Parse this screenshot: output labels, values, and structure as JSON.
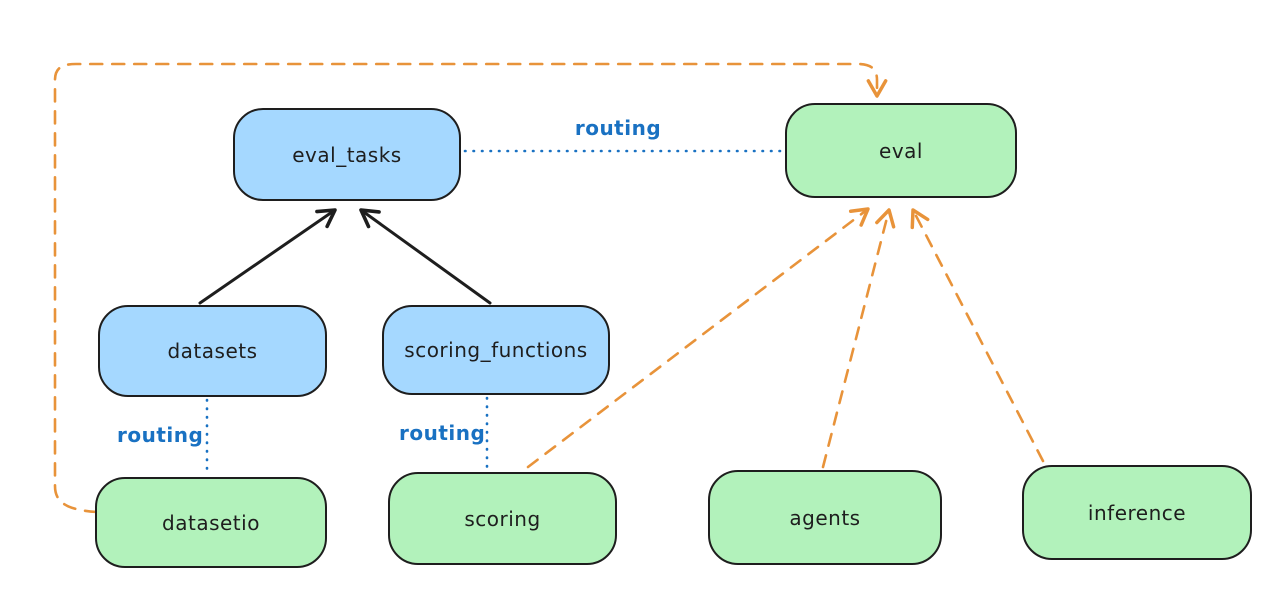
{
  "diagram": {
    "colors": {
      "background": "#ffffff",
      "blue_fill": "#a5d8ff",
      "green_fill": "#b2f2bb",
      "node_stroke": "#1e1e1e",
      "routing_color": "#1971c2",
      "flow_color": "#e8933a"
    },
    "nodes": [
      {
        "id": "eval_tasks",
        "label": "eval_tasks",
        "color": "blue"
      },
      {
        "id": "eval",
        "label": "eval",
        "color": "green"
      },
      {
        "id": "datasets",
        "label": "datasets",
        "color": "blue"
      },
      {
        "id": "scoring_functions",
        "label": "scoring_functions",
        "color": "blue"
      },
      {
        "id": "datasetio",
        "label": "datasetio",
        "color": "green"
      },
      {
        "id": "scoring",
        "label": "scoring",
        "color": "green"
      },
      {
        "id": "agents",
        "label": "agents",
        "color": "green"
      },
      {
        "id": "inference",
        "label": "inference",
        "color": "green"
      }
    ],
    "edges": [
      {
        "from": "datasets",
        "to": "eval_tasks",
        "style": "solid-arrow",
        "label": ""
      },
      {
        "from": "scoring_functions",
        "to": "eval_tasks",
        "style": "solid-arrow",
        "label": ""
      },
      {
        "from": "eval_tasks",
        "to": "eval",
        "style": "dotted",
        "label": "routing"
      },
      {
        "from": "datasets",
        "to": "datasetio",
        "style": "dotted",
        "label": "routing"
      },
      {
        "from": "scoring_functions",
        "to": "scoring",
        "style": "dotted",
        "label": "routing"
      },
      {
        "from": "datasetio",
        "to": "eval",
        "style": "dashed-arrow",
        "label": ""
      },
      {
        "from": "scoring",
        "to": "eval",
        "style": "dashed-arrow",
        "label": ""
      },
      {
        "from": "agents",
        "to": "eval",
        "style": "dashed-arrow",
        "label": ""
      },
      {
        "from": "inference",
        "to": "eval",
        "style": "dashed-arrow",
        "label": ""
      }
    ]
  }
}
